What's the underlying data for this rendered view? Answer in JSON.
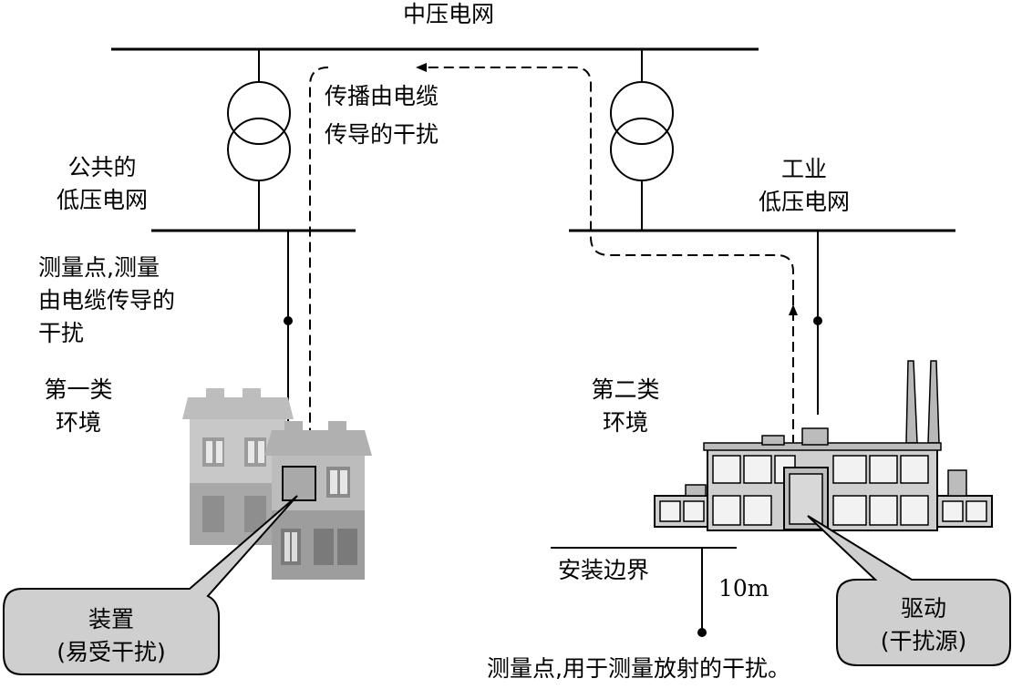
{
  "labels": {
    "mv_grid": "中压电网",
    "propagation": [
      "传播由电缆",
      "传导的干扰"
    ],
    "public_lv": [
      "公共的",
      "低压电网"
    ],
    "industrial_lv": [
      "工业",
      "低压电网"
    ],
    "measure_conducted": [
      "测量点,测量",
      "由电缆传导的",
      "干扰"
    ],
    "env_first": [
      "第一类",
      "环境"
    ],
    "env_second": [
      "第二类",
      "环境"
    ],
    "install_boundary": "安装边界",
    "distance": "10m",
    "measure_radiated": "测量点,用于测量放射的干扰。",
    "device_callout": [
      "装置",
      "(易受干扰)"
    ],
    "drive_callout": [
      "驱动",
      "(干扰源)"
    ]
  }
}
